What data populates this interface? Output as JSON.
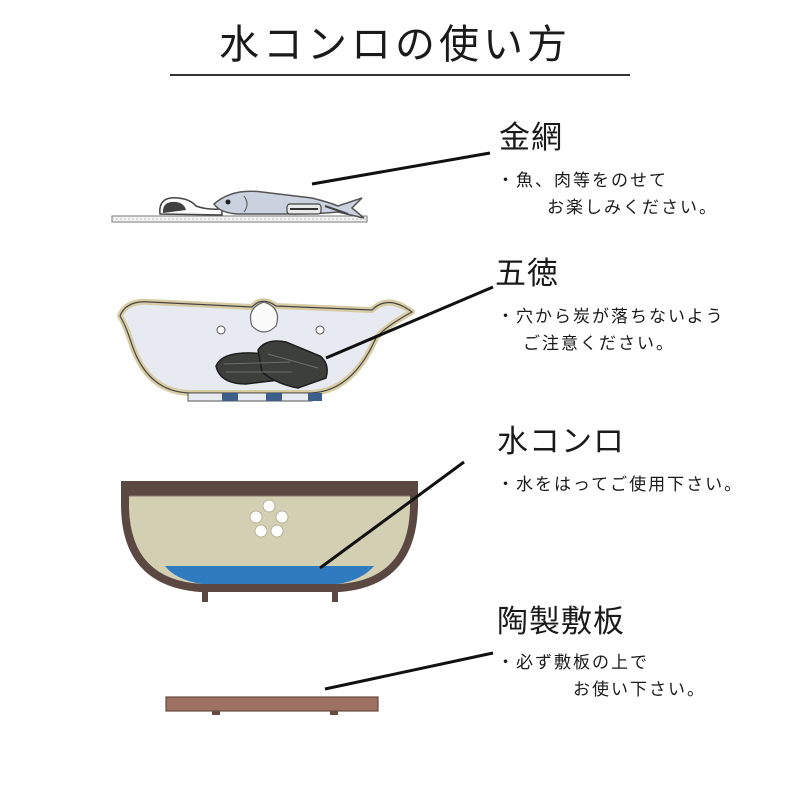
{
  "title": "水コンロの使い方",
  "parts": [
    {
      "label": "金網",
      "lines": [
        "・魚、肉等をのせて",
        "お楽しみください。"
      ]
    },
    {
      "label": "五徳",
      "lines": [
        "・穴から炭が落ちないよう",
        "ご注意ください。"
      ]
    },
    {
      "label": "水コンロ",
      "lines": [
        "・水をはってご使用下さい。"
      ]
    },
    {
      "label": "陶製敷板",
      "lines": [
        "・必ず敷板の上で",
        "お使い下さい。"
      ]
    }
  ],
  "colors": {
    "clay_outline": "#d8cca5",
    "gotoku_body": "#e7eaf1",
    "charcoal": "#3c3f3c",
    "stove_body": "#d3cfb3",
    "stove_rim": "#5c4842",
    "water": "#2f7bbf",
    "base_plate": "#9d7164",
    "leader_line": "#111111"
  }
}
